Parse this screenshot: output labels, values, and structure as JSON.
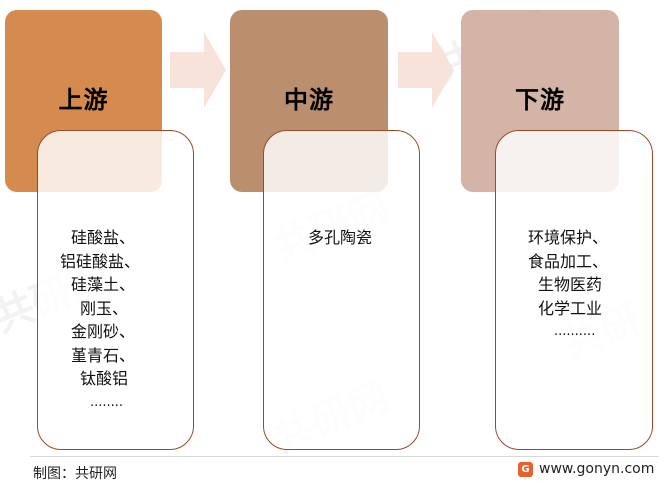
{
  "colors": {
    "upstream": "#d58a4e",
    "midstream": "#bb8e6e",
    "downstream": "#d4b4a7",
    "arrow": "#f7e3d9",
    "card_border": "#9a4a2a"
  },
  "stages": [
    {
      "title": "上游",
      "items": [
        "硅酸盐、",
        "铝硅酸盐、",
        "硅藻土、",
        "刚玉、",
        "金刚砂、",
        "堇青石、",
        "钛酸铝",
        "........"
      ]
    },
    {
      "title": "中游",
      "items": [
        "多孔陶瓷"
      ]
    },
    {
      "title": "下游",
      "items": [
        "环境保护、",
        "食品加工、",
        "生物医药",
        "化学工业",
        ".........."
      ]
    }
  ],
  "footer": {
    "credit": "制图：共研网",
    "website": "www.gonyn.com",
    "logo_glyph": "G"
  }
}
